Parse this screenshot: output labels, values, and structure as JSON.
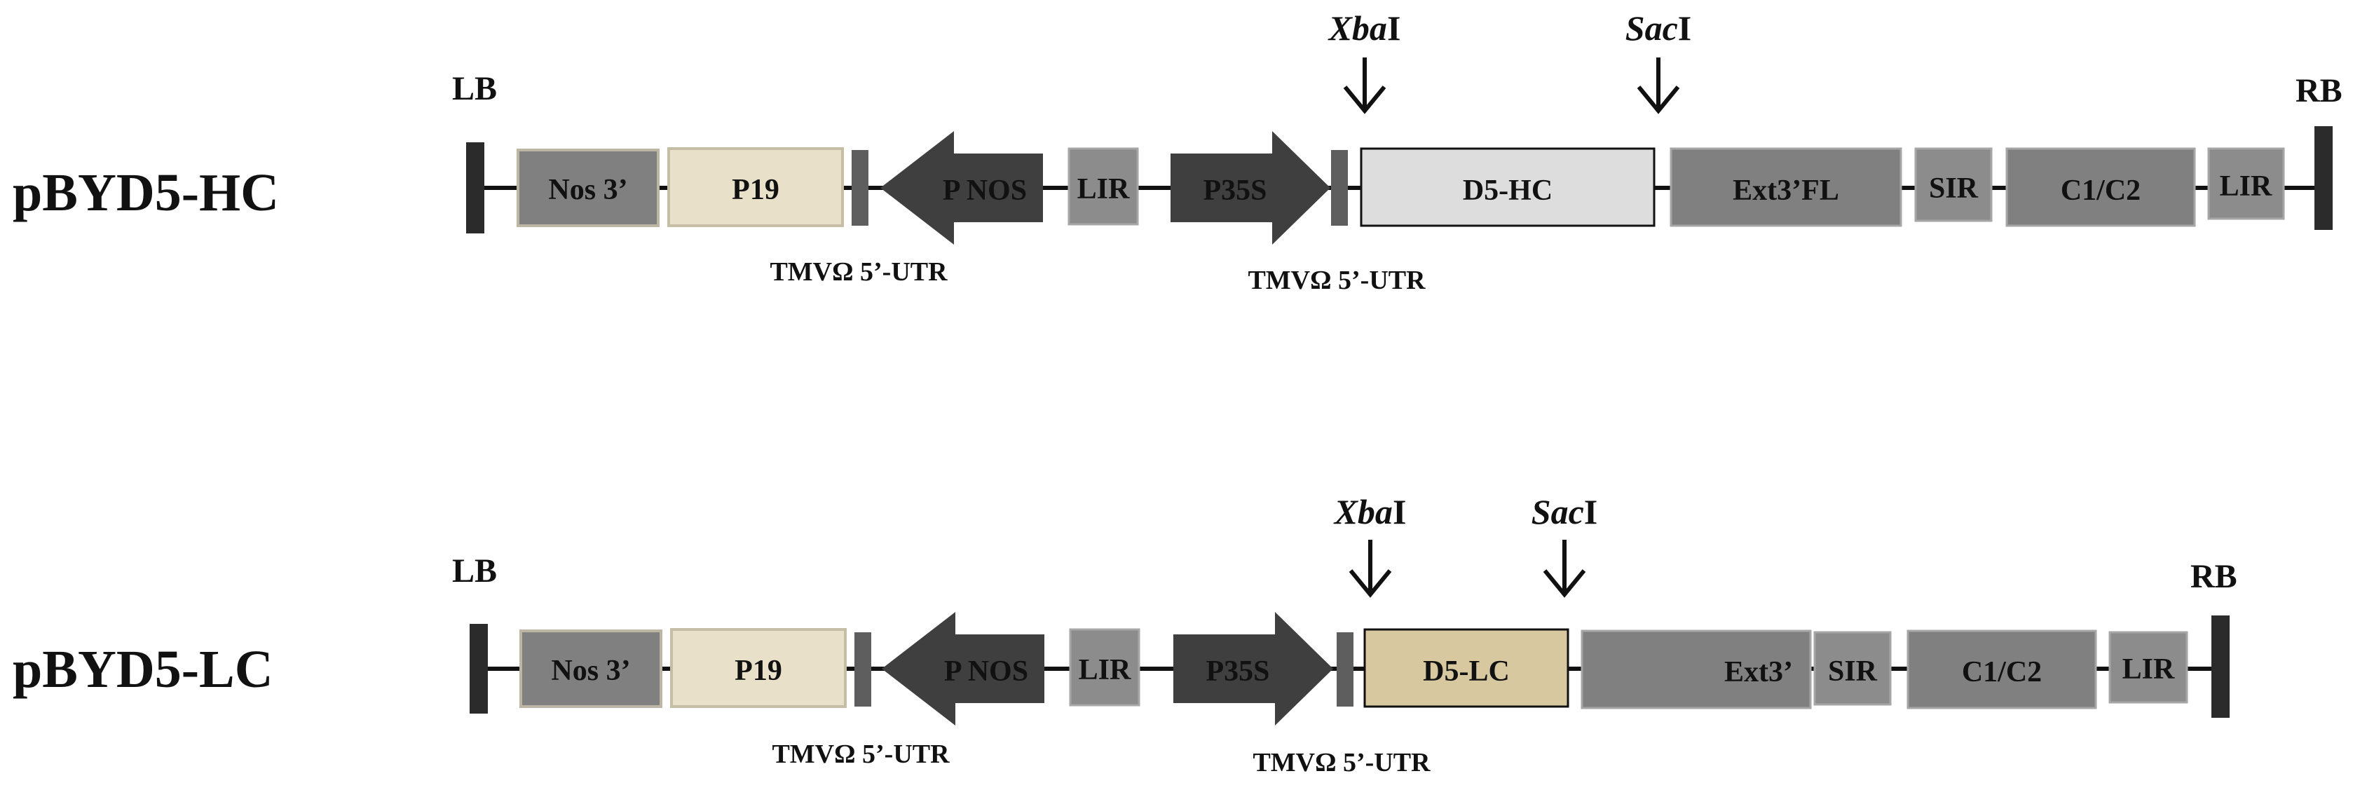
{
  "colors": {
    "backbone": "#111111",
    "border": "#2b2b2b",
    "utr_block": "#5e5e5e",
    "promoter": "#3f3f3f",
    "module": "#808080",
    "module_light": "#8c8c8c",
    "p19_fill": "#e8e0c9",
    "p19_stroke": "#c5bda6",
    "hc_fill": "#dddddd",
    "lc_fill": "#d7c8a0"
  },
  "constructs": [
    {
      "name": "pBYD5-HC",
      "left_border": "LB",
      "right_border": "RB",
      "modules": {
        "nos3": "Nos 3’",
        "p19": "P19",
        "pnos": "P NOS",
        "lir_a": "LIR",
        "p35s": "P35S",
        "gene": "D5-HC",
        "ext": "Ext3’FL",
        "sir": "SIR",
        "c1c2": "C1/C2",
        "lir_b": "LIR"
      },
      "sites": {
        "xba_italic": "Xba",
        "xba_rest": "I",
        "sac_italic": "Sac",
        "sac_rest": "I"
      },
      "utr_labels": [
        "TMVΩ 5’-UTR",
        "TMVΩ 5’-UTR"
      ]
    },
    {
      "name": "pBYD5-LC",
      "left_border": "LB",
      "right_border": "RB",
      "modules": {
        "nos3": "Nos 3’",
        "p19": "P19",
        "pnos": "P NOS",
        "lir_a": "LIR",
        "p35s": "P35S",
        "gene": "D5-LC",
        "ext": "Ext3’",
        "sir": "SIR",
        "c1c2": "C1/C2",
        "lir_b": "LIR"
      },
      "sites": {
        "xba_italic": "Xba",
        "xba_rest": "I",
        "sac_italic": "Sac",
        "sac_rest": "I"
      },
      "utr_labels": [
        "TMVΩ 5’-UTR",
        "TMVΩ 5’-UTR"
      ]
    }
  ]
}
